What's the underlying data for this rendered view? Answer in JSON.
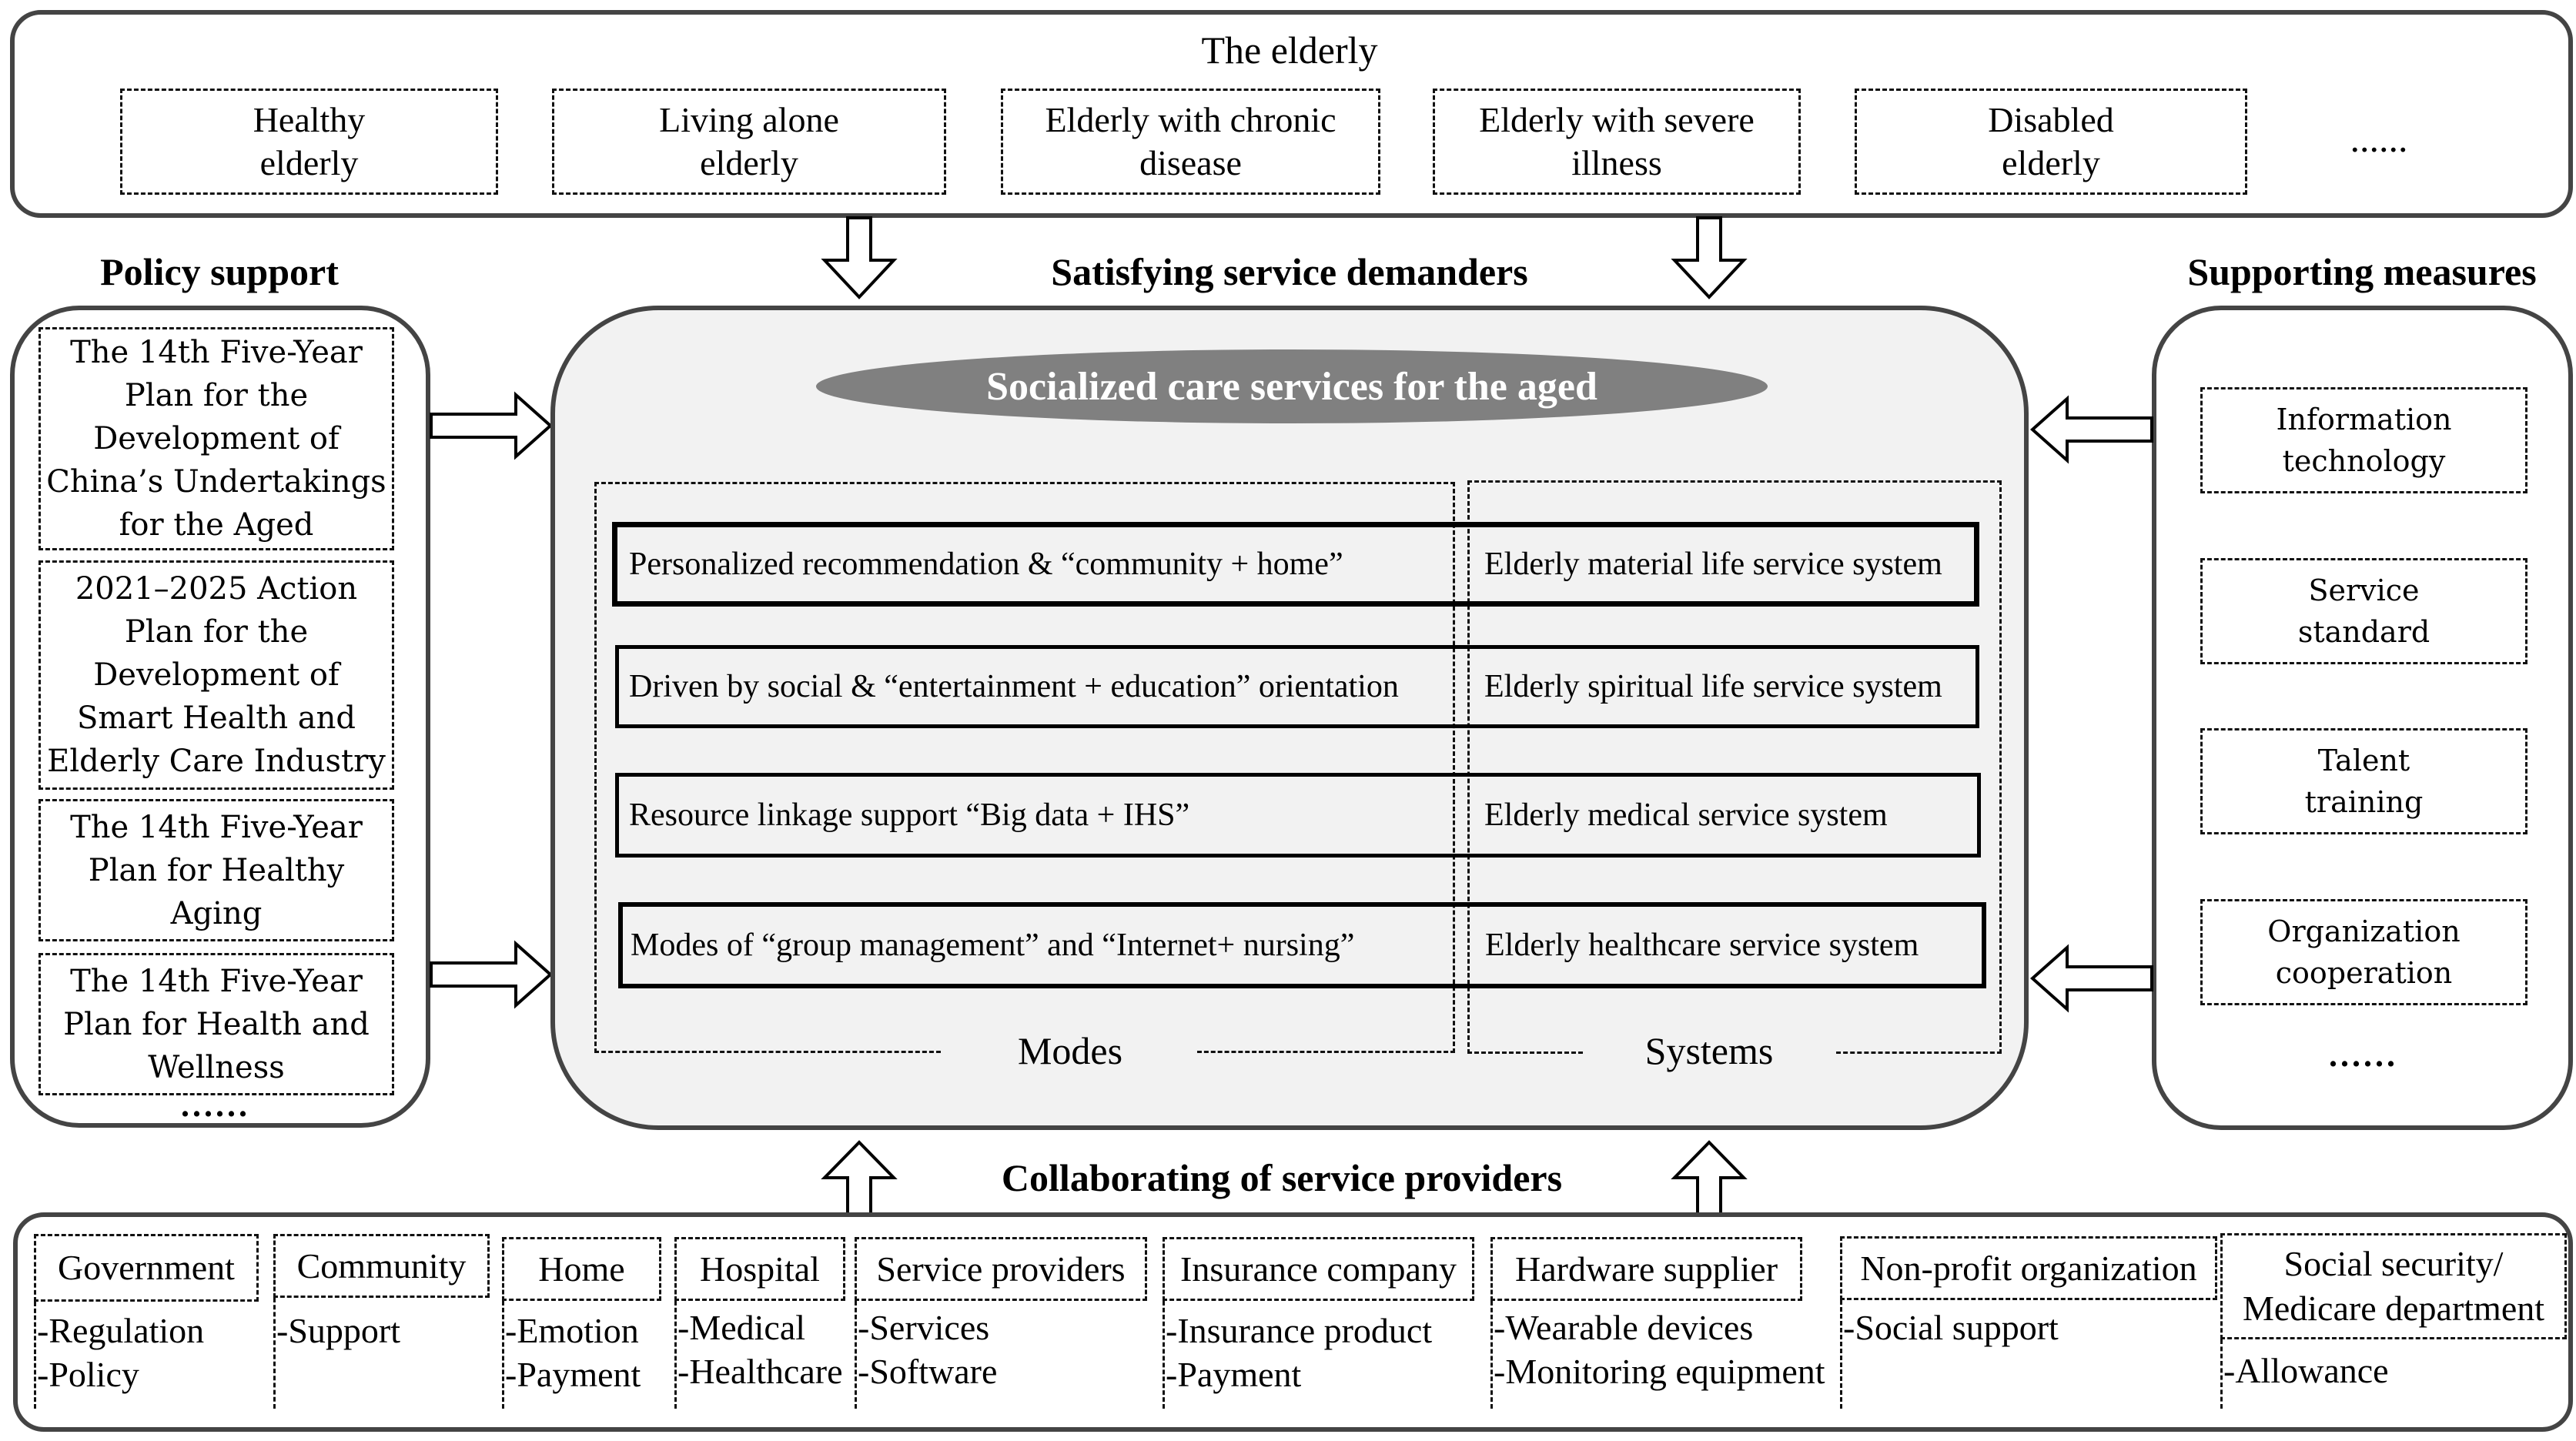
{
  "elderly": {
    "title": "The elderly",
    "groups": [
      "Healthy\nelderly",
      "Living alone\nelderly",
      "Elderly with chronic\ndisease",
      "Elderly with severe\nillness",
      "Disabled\nelderly"
    ],
    "ellipsis": "......"
  },
  "headings": {
    "policy_support": "Policy support",
    "satisfying_demanders": "Satisfying service demanders",
    "supporting_measures": "Supporting measures",
    "collaborating_providers": "Collaborating of service providers"
  },
  "policy": {
    "items": [
      "The 14th Five-Year\nPlan for the\nDevelopment of\nChina’s Undertakings\nfor the Aged",
      "2021–2025 Action\nPlan for the\nDevelopment of\nSmart Health and\nElderly Care Industry",
      "The 14th Five-Year\nPlan for Healthy\nAging",
      "The 14th Five-Year\nPlan for Health and\nWellness"
    ],
    "ellipsis": "......"
  },
  "center": {
    "title": "Socialized care services for the aged",
    "rows": [
      {
        "mode": "Personalized recommendation & “community + home”",
        "system": "Elderly material life service system"
      },
      {
        "mode": "Driven by social & “entertainment + education” orientation",
        "system": "Elderly spiritual life service system"
      },
      {
        "mode": "Resource linkage support “Big data + IHS”",
        "system": "Elderly medical service system"
      },
      {
        "mode": "Modes of “group management” and “Internet+ nursing”",
        "system": "Elderly healthcare service system"
      }
    ],
    "modes_label": "Modes",
    "systems_label": "Systems"
  },
  "measures": {
    "items": [
      "Information\ntechnology",
      "Service\nstandard",
      "Talent\ntraining",
      "Organization\ncooperation"
    ],
    "ellipsis": "......"
  },
  "providers": [
    {
      "name": "Government",
      "roles": [
        "-Regulation",
        "-Policy"
      ]
    },
    {
      "name": "Community",
      "roles": [
        "-Support"
      ]
    },
    {
      "name": "Home",
      "roles": [
        "-Emotion",
        "-Payment"
      ]
    },
    {
      "name": "Hospital",
      "roles": [
        "-Medical",
        "-Healthcare"
      ]
    },
    {
      "name": "Service providers",
      "roles": [
        "-Services",
        "-Software"
      ]
    },
    {
      "name": "Insurance company",
      "roles": [
        "-Insurance product",
        "-Payment"
      ]
    },
    {
      "name": "Hardware supplier",
      "roles": [
        "-Wearable devices",
        "-Monitoring equipment"
      ]
    },
    {
      "name": "Non-profit organization",
      "roles": [
        "-Social support"
      ]
    },
    {
      "name": "Social security/\nMedicare department",
      "roles": [
        "-Allowance"
      ]
    }
  ],
  "colors": {
    "panel_border": "#444444",
    "center_fill": "#f2f2f2",
    "ellipse_fill": "#808080",
    "ellipse_text": "#ffffff"
  }
}
